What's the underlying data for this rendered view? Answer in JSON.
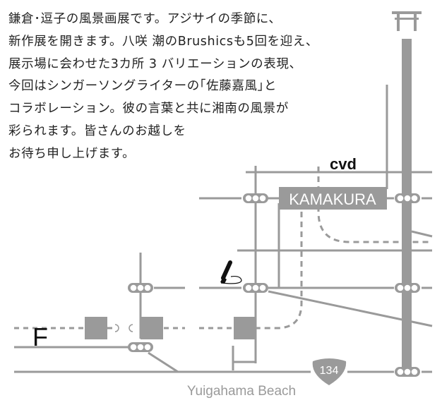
{
  "intro": {
    "lines": [
      "鎌倉･逗子の風景画展です。アジサイの季節に、",
      "新作展を開きます。八咲 潮のBrushicsも5回を迎え、",
      "展示場に会わせた3カ所 3 バリエーションの表現、",
      "今回はシンガーソングライターの｢佐藤嘉風｣と",
      "コラボレーション。彼の言葉と共に湘南の風景が",
      "彩られます。皆さんのお越しを",
      "お待ち申し上げます。"
    ]
  },
  "map": {
    "station_label": "KAMAKURA",
    "store_label": "cvd",
    "f_marker": "F",
    "route_number": "134",
    "beach_label": "Yuigahama Beach",
    "icons": {
      "shrine": "torii-gate-icon",
      "venue": "brush-icon",
      "signal": "traffic-light-icon",
      "route": "route-shield-icon"
    },
    "colors": {
      "road": "#9a9a9a",
      "text": "#222222",
      "station_bg": "#9a9a9a",
      "station_text": "#ffffff",
      "beach_text": "#9a9a9a"
    }
  }
}
